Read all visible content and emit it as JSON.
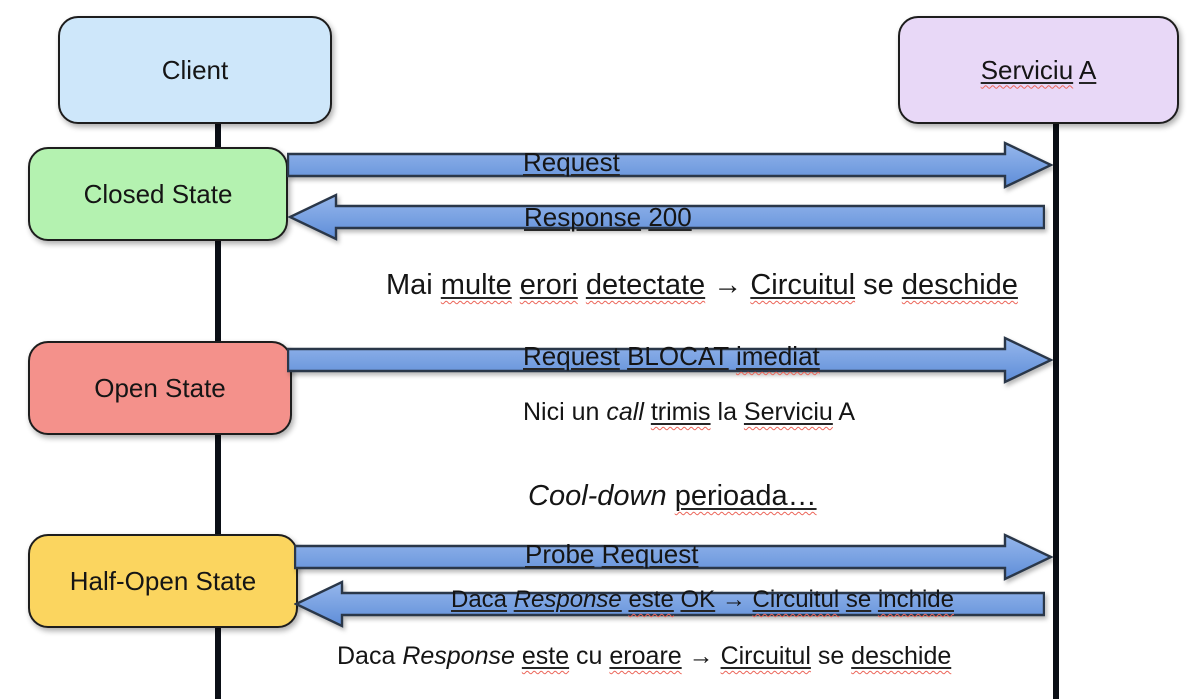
{
  "colors": {
    "text": "#151515",
    "box_border": "#1d1d1d",
    "lifeline": "#0b0f16",
    "client_fill": "#cee7fa",
    "service_fill": "#e8d8f7",
    "closed_fill": "#b4f2b0",
    "open_fill": "#f4918b",
    "halfopen_fill": "#fbd55f",
    "arrow_top": "#96b7ec",
    "arrow_bottom": "#5e8dd8",
    "arrow_border": "#2a3749",
    "underline": "#262626",
    "squiggle": "#ec6559"
  },
  "actors": {
    "client": {
      "label": "Client"
    },
    "service": {
      "segments": [
        {
          "t": "Serviciu",
          "u": true,
          "w": true
        },
        {
          "t": " "
        },
        {
          "t": "A",
          "u": true
        }
      ]
    }
  },
  "states": [
    {
      "id": "closed",
      "label": "Closed State"
    },
    {
      "id": "open",
      "label": "Open State"
    },
    {
      "id": "half_open",
      "label": "Half-Open State"
    }
  ],
  "messages": [
    {
      "id": "request",
      "direction": "right",
      "segments": [
        {
          "t": "Request",
          "u": true
        }
      ]
    },
    {
      "id": "response_200",
      "direction": "left",
      "segments": [
        {
          "t": "Response",
          "u": true
        },
        {
          "t": " "
        },
        {
          "t": "200",
          "u": true
        }
      ]
    },
    {
      "id": "request_blocat",
      "direction": "right",
      "segments": [
        {
          "t": "Request",
          "u": true
        },
        {
          "t": " "
        },
        {
          "t": "BLOCAT",
          "u": true
        },
        {
          "t": " "
        },
        {
          "t": "imediat",
          "u": true,
          "w": true
        }
      ]
    },
    {
      "id": "probe_request",
      "direction": "right",
      "segments": [
        {
          "t": "Probe",
          "u": true
        },
        {
          "t": " "
        },
        {
          "t": "Request",
          "u": true
        }
      ]
    },
    {
      "id": "response_ok",
      "direction": "left",
      "segments": [
        {
          "t": "Daca",
          "u": true
        },
        {
          "t": " "
        },
        {
          "t": "Response",
          "u": true,
          "i": true
        },
        {
          "t": " "
        },
        {
          "t": "este",
          "u": true,
          "w": true
        },
        {
          "t": " "
        },
        {
          "t": "OK",
          "u": true
        },
        {
          "t": " → "
        },
        {
          "t": "Circuitul",
          "u": true,
          "w": true
        },
        {
          "t": " "
        },
        {
          "t": "se",
          "u": true
        },
        {
          "t": " "
        },
        {
          "t": "inchide",
          "u": true,
          "w": true
        }
      ]
    }
  ],
  "annotations": [
    {
      "id": "errors_detected",
      "segments": [
        {
          "t": "Mai "
        },
        {
          "t": "multe",
          "u": true,
          "w": true
        },
        {
          "t": " "
        },
        {
          "t": "erori",
          "u": true,
          "w": true
        },
        {
          "t": " "
        },
        {
          "t": "detectate",
          "u": true,
          "w": true
        },
        {
          "t": " → "
        },
        {
          "t": "Circuitul",
          "u": true,
          "w": true
        },
        {
          "t": " se "
        },
        {
          "t": "deschide",
          "u": true,
          "w": true
        }
      ]
    },
    {
      "id": "no_call",
      "segments": [
        {
          "t": "Nici un "
        },
        {
          "t": "call",
          "i": true
        },
        {
          "t": " "
        },
        {
          "t": "trimis",
          "u": true,
          "w": true
        },
        {
          "t": " la "
        },
        {
          "t": "Serviciu",
          "u": true,
          "w": true
        },
        {
          "t": " A"
        }
      ]
    },
    {
      "id": "cooldown",
      "segments": [
        {
          "t": "Cool-down",
          "i": true
        },
        {
          "t": " "
        },
        {
          "t": "perioada…",
          "u": true,
          "w": true
        }
      ]
    },
    {
      "id": "response_error",
      "segments": [
        {
          "t": "Daca "
        },
        {
          "t": "Response",
          "i": true
        },
        {
          "t": " "
        },
        {
          "t": "este",
          "u": true,
          "w": true
        },
        {
          "t": " cu "
        },
        {
          "t": "eroare",
          "u": true,
          "w": true
        },
        {
          "t": " → "
        },
        {
          "t": "Circuitul",
          "u": true,
          "w": true
        },
        {
          "t": " se "
        },
        {
          "t": "deschide",
          "u": true,
          "w": true
        }
      ]
    }
  ]
}
